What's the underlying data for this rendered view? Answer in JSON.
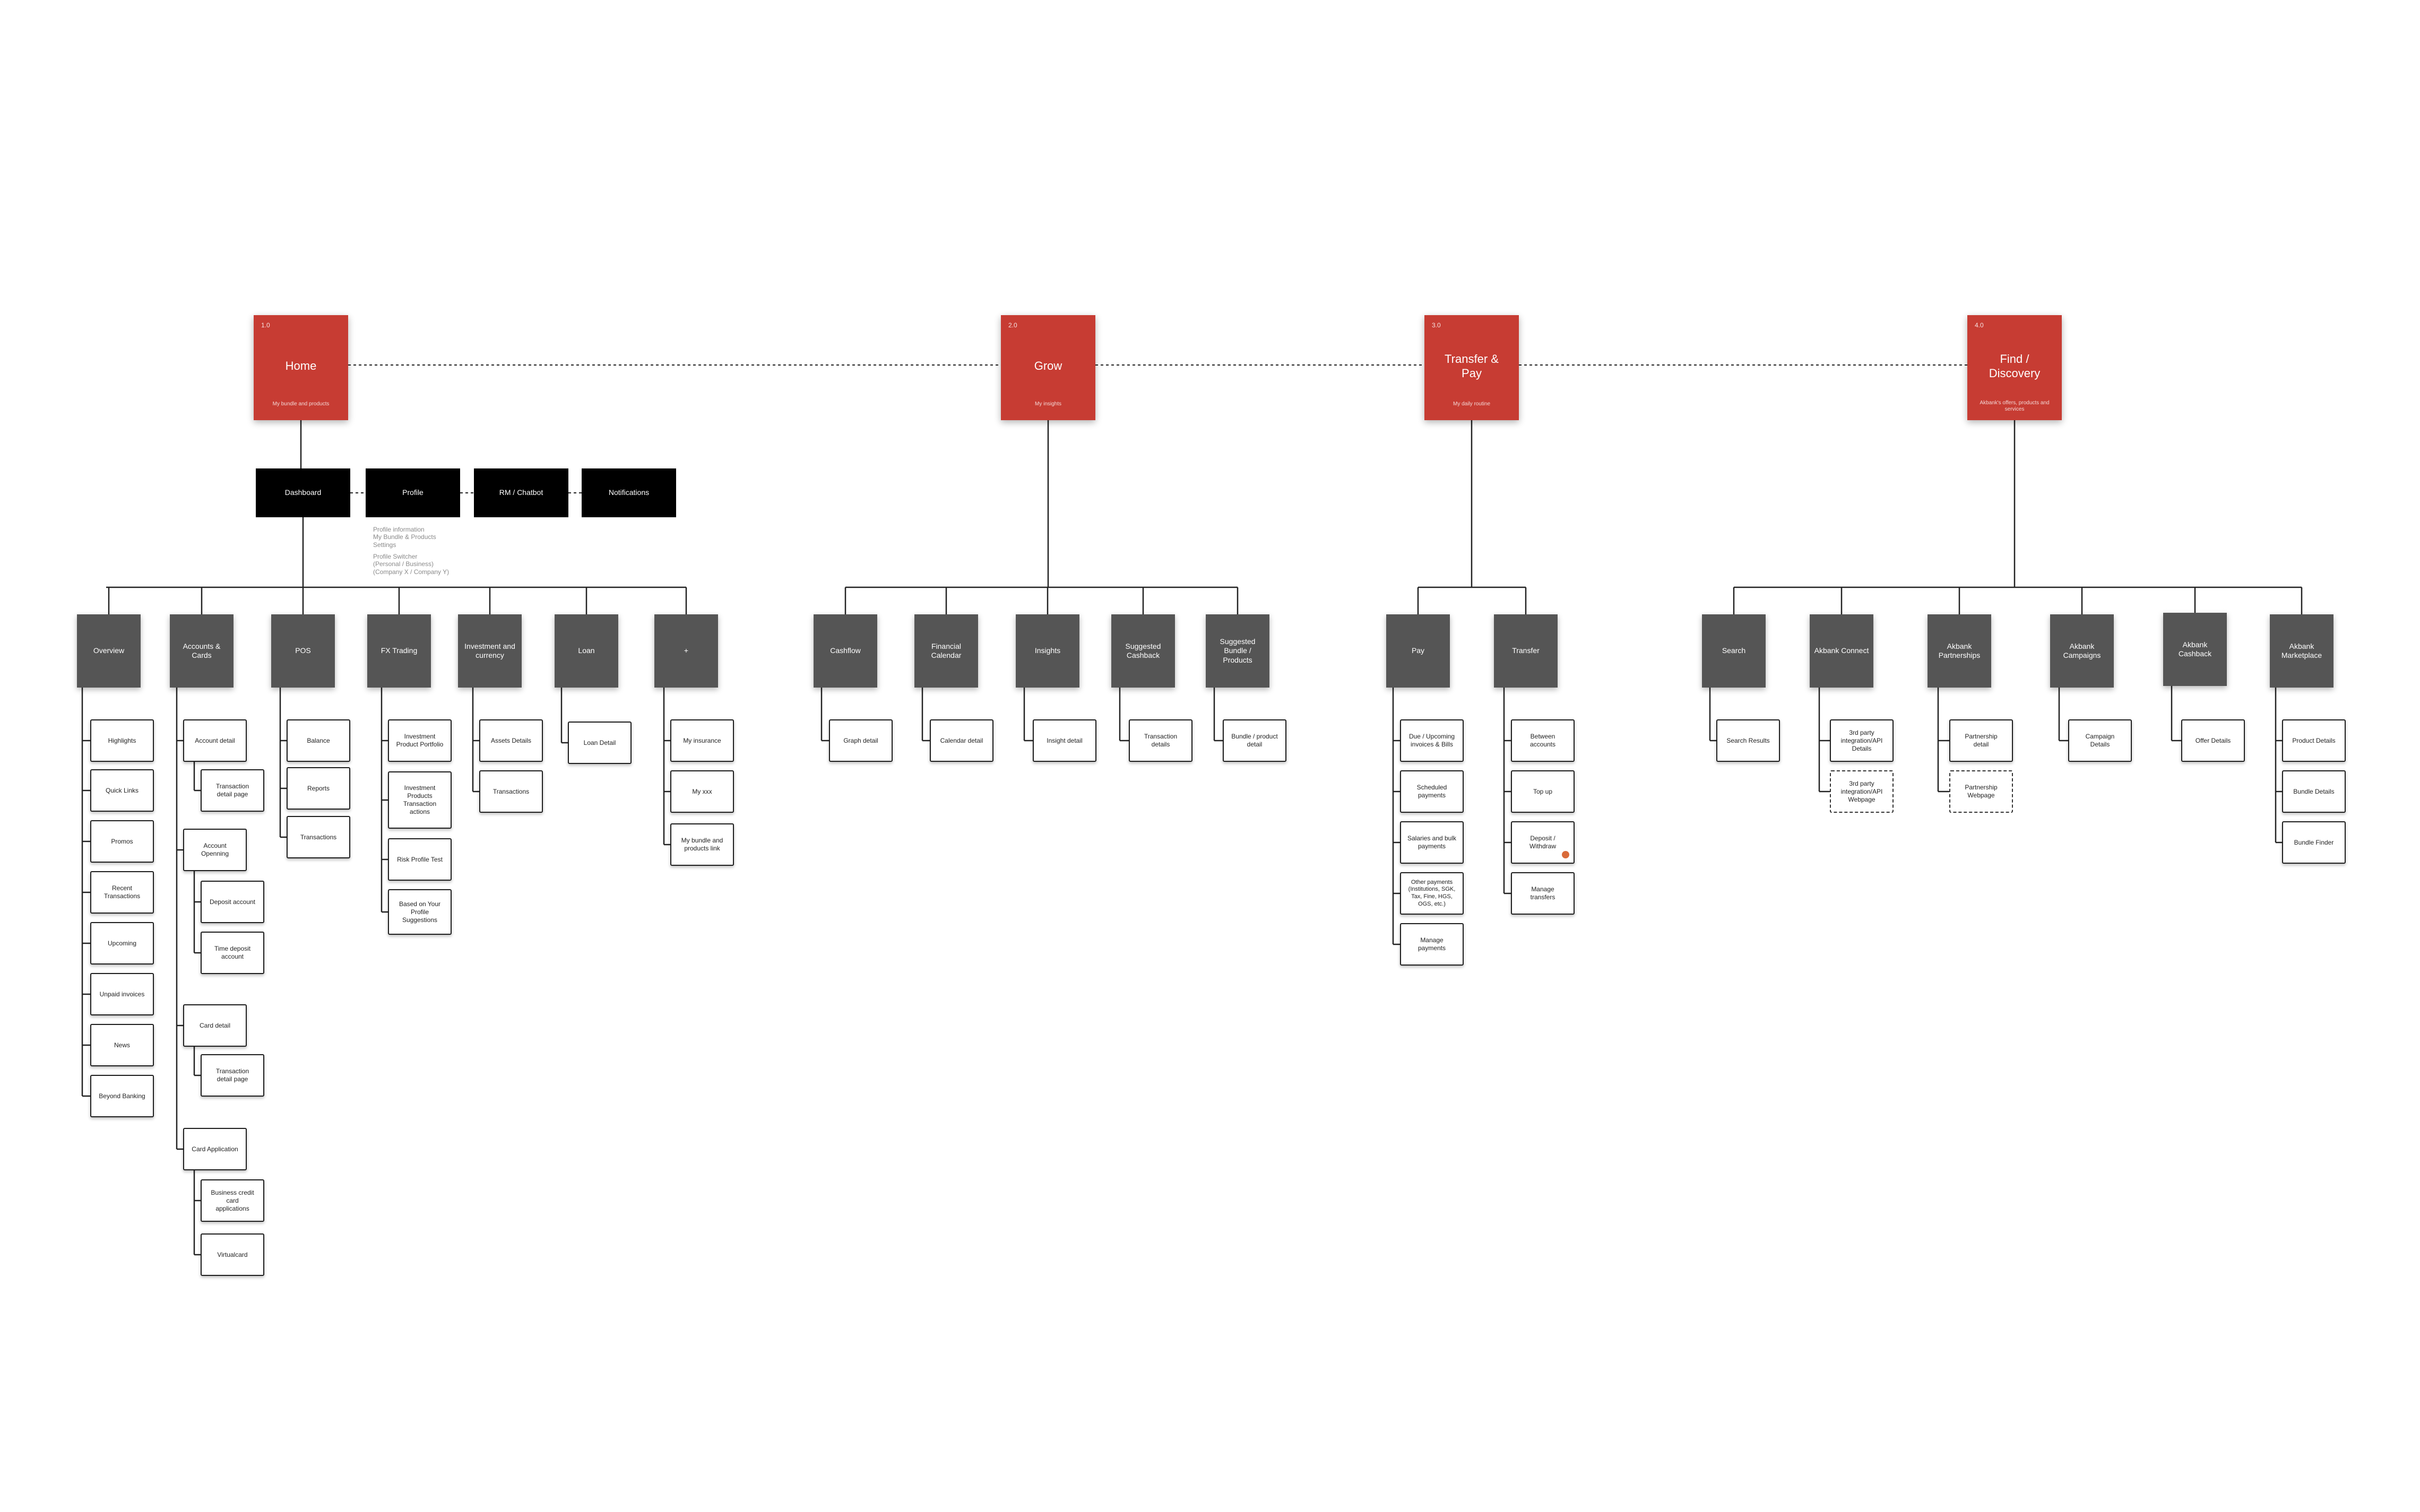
{
  "sections": [
    {
      "id": "home",
      "number": "1.0",
      "title": "Home",
      "subtitle": "My bundle and products"
    },
    {
      "id": "grow",
      "number": "2.0",
      "title": "Grow",
      "subtitle": "My insights"
    },
    {
      "id": "transfer",
      "number": "3.0",
      "title": "Transfer & Pay",
      "subtitle": "My daily routine"
    },
    {
      "id": "find",
      "number": "4.0",
      "title": "Find / Discovery",
      "subtitle": "Akbank's offers, products and services"
    }
  ],
  "top_bar": [
    "Dashboard",
    "Profile",
    "RM / Chatbot",
    "Notifications"
  ],
  "profile_notes": {
    "first": "Profile information\nMy Bundle & Products\nSettings",
    "second": "Profile Switcher\n(Personal / Business)\n(Company X / Company Y)"
  },
  "categories": [
    "Overview",
    "Accounts & Cards",
    "POS",
    "FX Trading",
    "Investment and currency",
    "Loan",
    "+",
    "Cashflow",
    "Financial Calendar",
    "Insights",
    "Suggested Cashback",
    "Suggested Bundle / Products",
    "Pay",
    "Transfer",
    "Search",
    "Akbank Connect",
    "Akbank Partnerships",
    "Akbank Campaigns",
    "Akbank Cashback",
    "Akbank Marketplace"
  ],
  "leaves": [
    "Highlights",
    "Quick Links",
    "Promos",
    "Recent Transactions",
    "Upcoming",
    "Unpaid invoices",
    "News",
    "Beyond Banking",
    "Account detail",
    "Transaction detail page",
    "Account Openning",
    "Deposit account",
    "Time deposit account",
    "Card detail",
    "Transaction detail page",
    "Card Application",
    "Business credit card applications",
    "Virtualcard",
    "Balance",
    "Reports",
    "Transactions",
    "Investment Product Portfolio",
    "Investment Products Transaction actions",
    "Risk Profile Test",
    "Based on Your Profile Suggestions",
    "Assets Details",
    "Transactions",
    "Loan Detail",
    "My insurance",
    "My xxx",
    "My bundle and products link",
    "Graph detail",
    "Calendar detail",
    "Insight detail",
    "Transaction details",
    "Bundle / product detail",
    "Due / Upcoming invoices & Bills",
    "Scheduled payments",
    "Salaries and bulk payments",
    "Other payments (Institutions, SGK, Tax, Fine, HGS, OGS, etc.)",
    "Manage payments",
    "Between accounts",
    "Top up",
    "Deposit / Withdraw",
    "Manage transfers",
    "Search Results",
    "3rd party integration/API Details",
    "3rd party integration/API Webpage",
    "Partnership detail",
    "Partnership Webpage",
    "Campaign Details",
    "Offer Details",
    "Product Details",
    "Bundle Details",
    "Bundle Finder"
  ],
  "colors": {
    "section": "#c73c33",
    "category": "#555555",
    "topbar": "#000000",
    "leaf_border": "#1e1e1e",
    "connector": "#222222",
    "marker": "#d96b3a"
  }
}
